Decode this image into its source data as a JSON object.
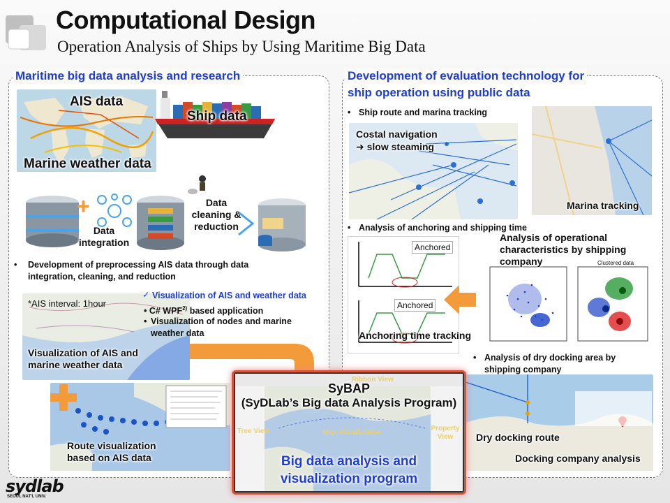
{
  "header": {
    "title": "Computational Design",
    "subtitle": "Operation Analysis of Ships by Using Maritime Big Data"
  },
  "left_panel": {
    "heading": "Maritime big data analysis and research",
    "ais_label": "AIS data",
    "ship_label": "Ship data",
    "weather_label": "Marine weather data",
    "data_integration": "Data integration",
    "data_cleaning": "Data cleaning & reduction",
    "bullet_preprocessing": "Development of preprocessing AIS data through data integration, cleaning, and reduction",
    "ais_interval": "*AIS interval:  1hour",
    "vis_heading": "Visualization of AIS and weather data",
    "vis_item_1_pre": "C# WPF",
    "vis_item_1_sup": "2)",
    "vis_item_1_post": " based application",
    "vis_item_2": "Visualization of nodes and marine weather data",
    "vis_label": "Visualization of AIS and marine weather data",
    "route_label": "Route visualization based on AIS data"
  },
  "right_panel": {
    "heading_line1": "Development of evaluation technology for",
    "heading_line2": "ship operation using public data",
    "bullet_route": "Ship route and marina tracking",
    "costal_nav": "Costal navigation",
    "slow_steaming": "➜ slow steaming",
    "marina_tracking": "Marina tracking",
    "bullet_anchoring": "Analysis of anchoring and shipping time",
    "anchored": "Anchored",
    "anchoring_tracking": "Anchoring time tracking",
    "operational_analysis": "Analysis of operational characteristics by shipping company",
    "clustered_title": "Clustered data",
    "bullet_drydock": "Analysis of dry docking area by shipping company",
    "dry_docking_route": "Dry docking route",
    "docking_company": "Docking company analysis"
  },
  "sybap": {
    "title": "SyBAP",
    "full_name": "(SyDLab’s Big data Analysis Program)",
    "ribbon_view": "Ribbon View",
    "tree_view": "Tree View",
    "map_view": "Map Visualization",
    "property_view": "Property View",
    "caption": "Big data analysis and visualization program"
  },
  "footer": {
    "logo": "sydlab",
    "logo_sub": "SEOUL NAT'L UNIV."
  },
  "colors": {
    "accent_blue": "#1e3dd6",
    "arrow_orange": "#f39a3a",
    "highlight_red": "#d9533a"
  }
}
